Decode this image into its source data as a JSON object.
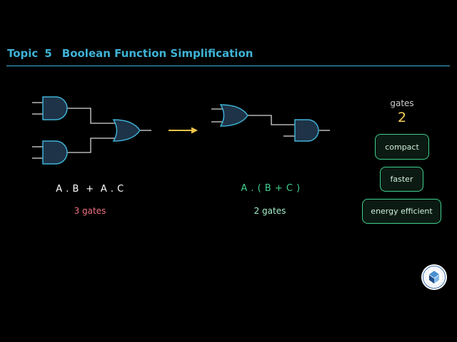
{
  "header": {
    "topic_label": "Topic",
    "topic_number": "5",
    "title": "Boolean Function Simplification"
  },
  "before": {
    "expression": "A . B  +  A . C",
    "gate_count": "3 gates"
  },
  "after": {
    "expression": "A . ( B + C )",
    "gate_count": "2 gates"
  },
  "summary": {
    "gates_label": "gates",
    "gates_value": "2",
    "benefits": [
      "compact",
      "faster",
      "energy efficient"
    ]
  },
  "colors": {
    "accent_blue": "#3fb2d6",
    "arrow_yellow": "#f6c44a",
    "good_green": "#3fcf8e",
    "bad_red": "#f07080",
    "gate_fill": "#1e3347"
  },
  "icons": {
    "transform_arrow": "arrow-right-icon",
    "logo": "institution-logo-icon"
  }
}
